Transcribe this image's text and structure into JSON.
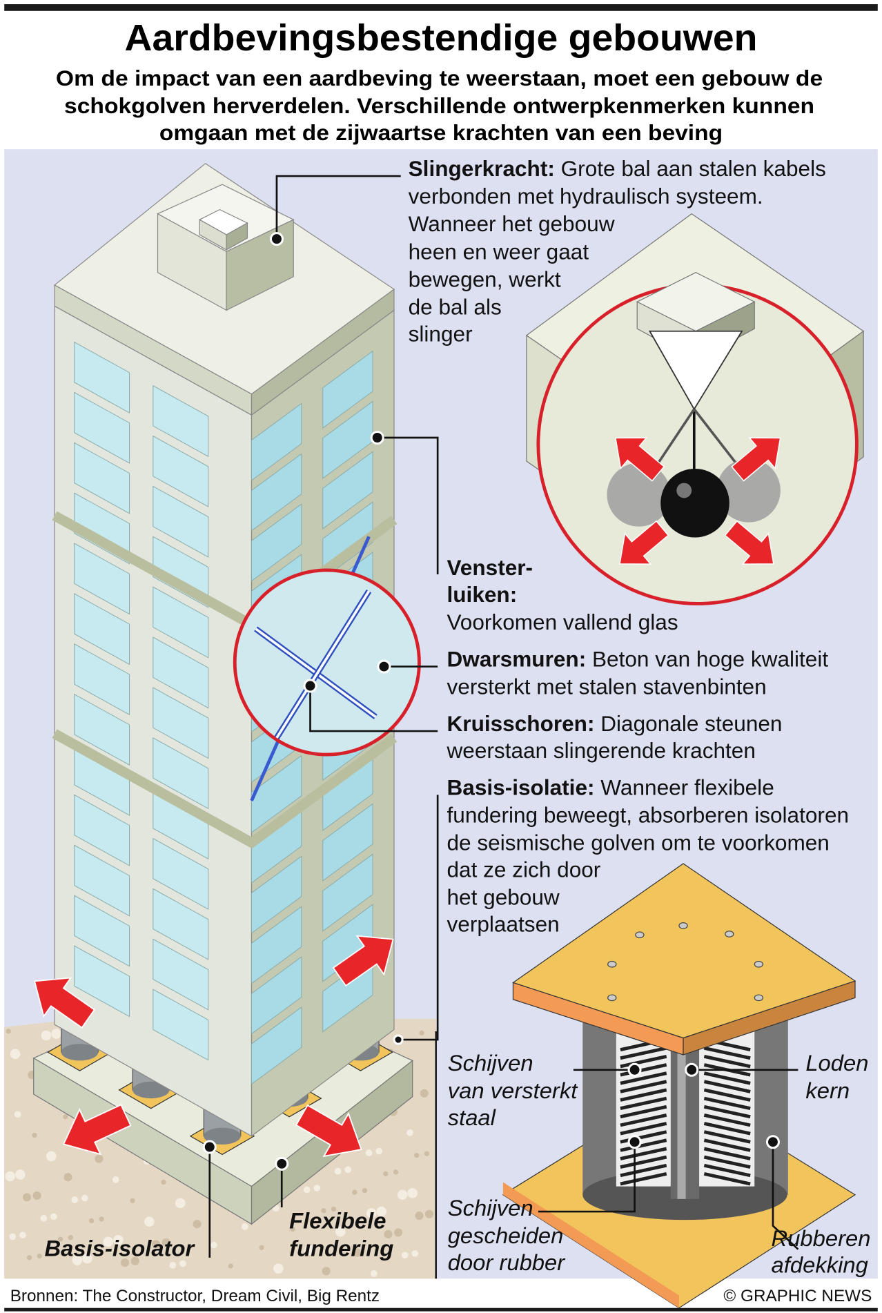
{
  "header": {
    "title": "Aardbevingsbestendige gebouwen",
    "subtitle": [
      "Om de impact van een aardbeving te weerstaan, moet een gebouw de",
      "schokgolven herverdelen. Verschillende ontwerpkenmerken kunnen",
      "omgaan met de zijwaartse krachten van een beving"
    ]
  },
  "callouts": {
    "slingerkracht": {
      "label": "Slingerkracht:",
      "first": " Grote bal aan stalen kabels",
      "lines": [
        "verbonden met hydraulisch systeem.",
        "Wanneer het gebouw",
        "heen en weer gaat",
        "bewegen, werkt",
        "de bal als",
        "slinger"
      ]
    },
    "vensterluiken": {
      "label": [
        "Venster-",
        "luiken:"
      ],
      "text": "Voorkomen vallend glas"
    },
    "dwarsmuren": {
      "label": "Dwarsmuren:",
      "first": " Beton van hoge kwaliteit",
      "lines": [
        "versterkt met stalen stavenbinten"
      ]
    },
    "kruisschoren": {
      "label": "Kruisschoren:",
      "first": " Diagonale steunen",
      "lines": [
        "weerstaan slingerende krachten"
      ]
    },
    "basisisolatie": {
      "label": "Basis-isolatie:",
      "first": " Wanneer flexibele",
      "lines": [
        "fundering beweegt, absorberen isolatoren",
        "de seismische golven om te voorkomen",
        "dat ze zich door",
        "het gebouw",
        "verplaatsen"
      ]
    }
  },
  "labels": {
    "schijven_staal": [
      "Schijven",
      "van versterkt",
      "staal"
    ],
    "loden_kern": [
      "Loden",
      "kern"
    ],
    "schijven_rubber": [
      "Schijven",
      "gescheiden",
      "door rubber"
    ],
    "rubberen_afdekking": [
      "Rubberen",
      "afdekking"
    ],
    "basis_isolator": "Basis-isolator",
    "flexibele_fundering": [
      "Flexibele",
      "fundering"
    ]
  },
  "footer": {
    "sources": "Bronnen: The Constructor, Dream Civil, Big Rentz",
    "credit": "© GRAPHIC NEWS"
  },
  "colors": {
    "panel": "#dde0f1",
    "ground": "#e4d7c4",
    "accent_red": "#e8262a",
    "isolator_yellow": "#f2c55c"
  }
}
